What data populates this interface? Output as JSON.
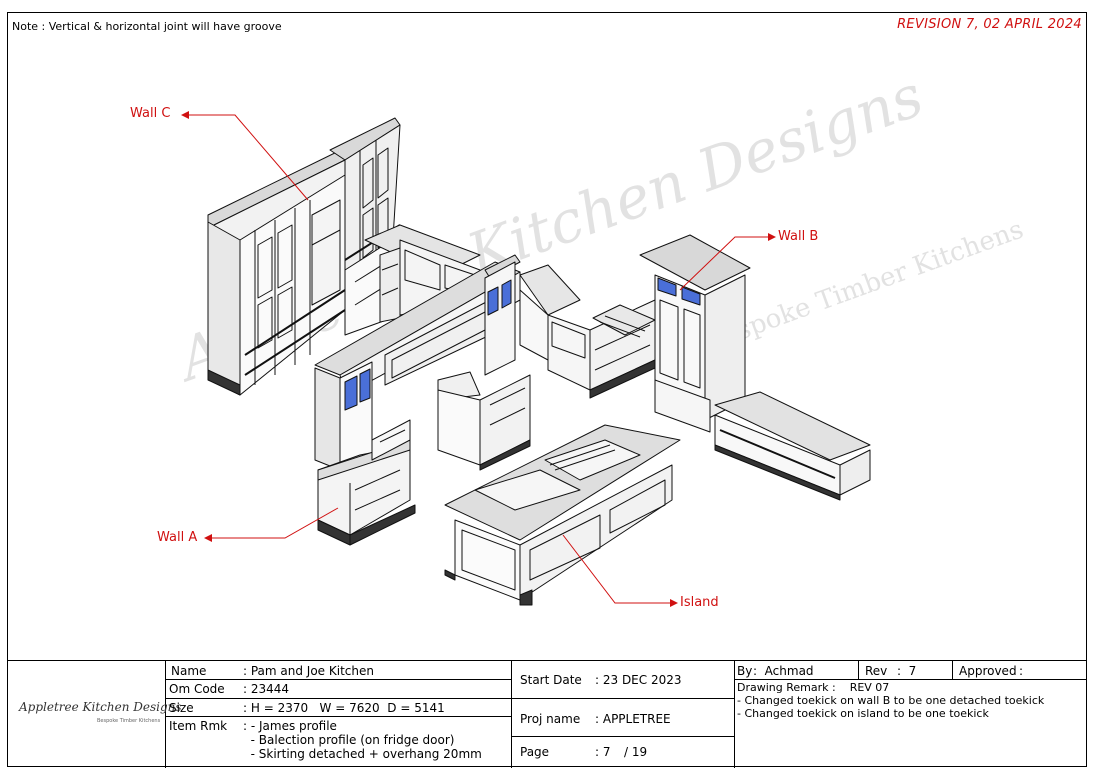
{
  "header": {
    "note": "Note : Vertical & horizontal joint will have groove",
    "revision": "REVISION 7, 02 APRIL 2024"
  },
  "callouts": {
    "wall_a": "Wall A",
    "wall_b": "Wall B",
    "wall_c": "Wall C",
    "island": "Island"
  },
  "watermark": {
    "main": "Appletree Kitchen Designs",
    "sub": "Bespoke Timber Kitchens"
  },
  "colors": {
    "callout": "#d01010",
    "glass": "#4a6fd8"
  },
  "title_block": {
    "logo": {
      "main": "Appletree Kitchen Designs",
      "sub": "Bespoke Timber Kitchens"
    },
    "name_label": "Name",
    "name_value": ": Pam and Joe Kitchen",
    "om_code_label": "Om Code",
    "om_code_value": ": 23444",
    "size_label": "Size",
    "size_value": ": H = 2370   W = 7620  D = 5141",
    "item_rmk_label": "Item Rmk",
    "item_rmk_lines": [
      ": - James profile",
      "  - Balection profile (on fridge door)",
      "  - Skirting detached + overhang 20mm"
    ],
    "start_date_label": "Start Date",
    "start_date_value": ": 23 DEC 2023",
    "proj_name_label": "Proj name",
    "proj_name_value": ": APPLETREE",
    "page_label": "Page",
    "page_value": ": 7",
    "page_total": "/ 19",
    "by_label": "By",
    "by_value": ":  Achmad",
    "rev_label": "Rev",
    "rev_value": ":  7",
    "approved_label": "Approved",
    "approved_value": ":",
    "remark_title": "Drawing Remark :    REV 07",
    "remarks": [
      "- Changed toekick on wall B to be one detached toekick",
      "- Changed toekick on island to be one toekick"
    ]
  }
}
